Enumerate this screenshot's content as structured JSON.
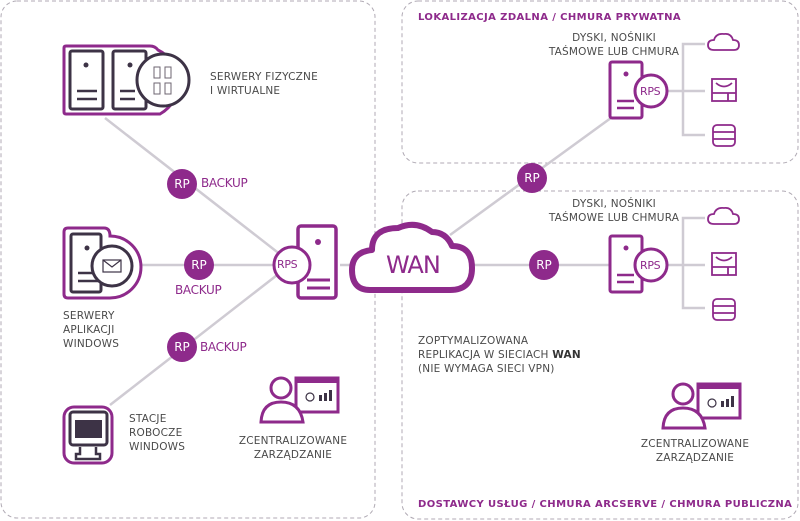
{
  "colors": {
    "accent": "#8e2a8b",
    "dark": "#3d3346",
    "line": "#cfcbd3",
    "border": "#b0aab4",
    "text": "#4a4a4a"
  },
  "left_zone": {
    "physical_servers": {
      "icon": "server-pair-virtual-icon",
      "label_line1": "SERWERY FIZYCZNE",
      "label_line2": "I WIRTUALNE"
    },
    "app_servers": {
      "icon": "server-mail-icon",
      "label_line1": "SERWERY",
      "label_line2": "APLIKACJI",
      "label_line3": "WINDOWS"
    },
    "workstations": {
      "icon": "monitor-icon",
      "label_line1": "STACJE",
      "label_line2": "ROBOCZE",
      "label_line3": "WINDOWS"
    },
    "management": {
      "icon": "user-dashboard-icon",
      "label_line1": "ZCENTRALIZOWANE",
      "label_line2": "ZARZĄDZANIE"
    },
    "rp_links": [
      {
        "badge": "RP",
        "label": "BACKUP"
      },
      {
        "badge": "RP",
        "label": "BACKUP"
      },
      {
        "badge": "RP",
        "label": "BACKUP"
      }
    ],
    "rps_label": "RPS"
  },
  "wan": {
    "label": "WAN"
  },
  "top_right_zone": {
    "title": "LOKALIZACJA ZDALNA / CHMURA PRYWATNA",
    "storage_label_line1": "DYSKI, NOŚNIKI",
    "storage_label_line2": "TAŚMOWE LUB CHMURA",
    "rps_label": "RPS",
    "rp_badge": "RP",
    "storage_icons": [
      "cloud-icon",
      "tape-icon",
      "database-icon"
    ]
  },
  "bottom_right_zone": {
    "title": "DOSTAWCY USŁUG / CHMURA ARCSERVE / CHMURA PUBLICZNA",
    "storage_label_line1": "DYSKI, NOŚNIKI",
    "storage_label_line2": "TAŚMOWE LUB CHMURA",
    "rps_label": "RPS",
    "rp_badge": "RP",
    "storage_icons": [
      "cloud-icon",
      "tape-icon",
      "database-icon"
    ],
    "replication_line1": "ZOPTYMALIZOWANA",
    "replication_line2_prefix": "REPLIKACJA W SIECIACH ",
    "replication_line2_bold": "WAN",
    "replication_line3": "(NIE WYMAGA SIECI VPN)",
    "management": {
      "label_line1": "ZCENTRALIZOWANE",
      "label_line2": "ZARZĄDZANIE"
    }
  }
}
